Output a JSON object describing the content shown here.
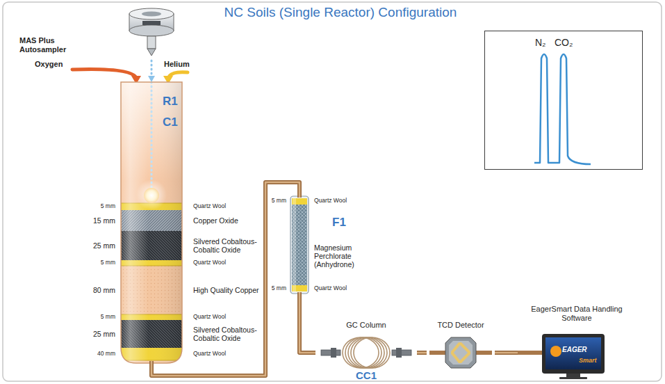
{
  "diagram": {
    "title": "NC Soils (Single Reactor) Configuration",
    "nodes": [
      {
        "text": [
          "MAS Plus Autosampler"
        ]
      },
      {
        "text": [
          "R1",
          "C1"
        ]
      },
      {
        "text": [
          "F1"
        ]
      },
      {
        "text": [
          "GC Column",
          "CC1"
        ]
      },
      {
        "text": [
          "TCD Detector"
        ]
      },
      {
        "text": [
          "EagerSmart Data Handling Software"
        ]
      },
      {
        "text": [
          "N₂",
          "CO₂"
        ]
      }
    ],
    "edges": [
      {
        "from": 0,
        "to": 1,
        "arrow": "to"
      },
      {
        "from": 1,
        "to": 2,
        "arrow": "none"
      },
      {
        "from": 2,
        "to": 3,
        "arrow": "none"
      },
      {
        "from": 3,
        "to": 4,
        "arrow": "none"
      },
      {
        "from": 4,
        "to": 5,
        "arrow": "none"
      }
    ],
    "labels": [
      "Oxygen",
      "Helium",
      "5 mm",
      "Quartz Wool",
      "15 mm",
      "Copper Oxide",
      "25 mm",
      "Silvered Cobaltous- Cobaltic Oxide",
      "5 mm",
      "Quartz Wool",
      "80 mm",
      "High Quality Copper",
      "5 mm",
      "Quartz Wool",
      "25 mm",
      "Silvered Cobaltous- Cobaltic Oxide",
      "40 mm",
      "Quartz Wool",
      "5 mm",
      "Quartz Wool",
      "Magnesium Perchlorate (Anhydrone)",
      "5 mm",
      "Quartz Wool",
      "EAGER",
      "Smart"
    ]
  }
}
